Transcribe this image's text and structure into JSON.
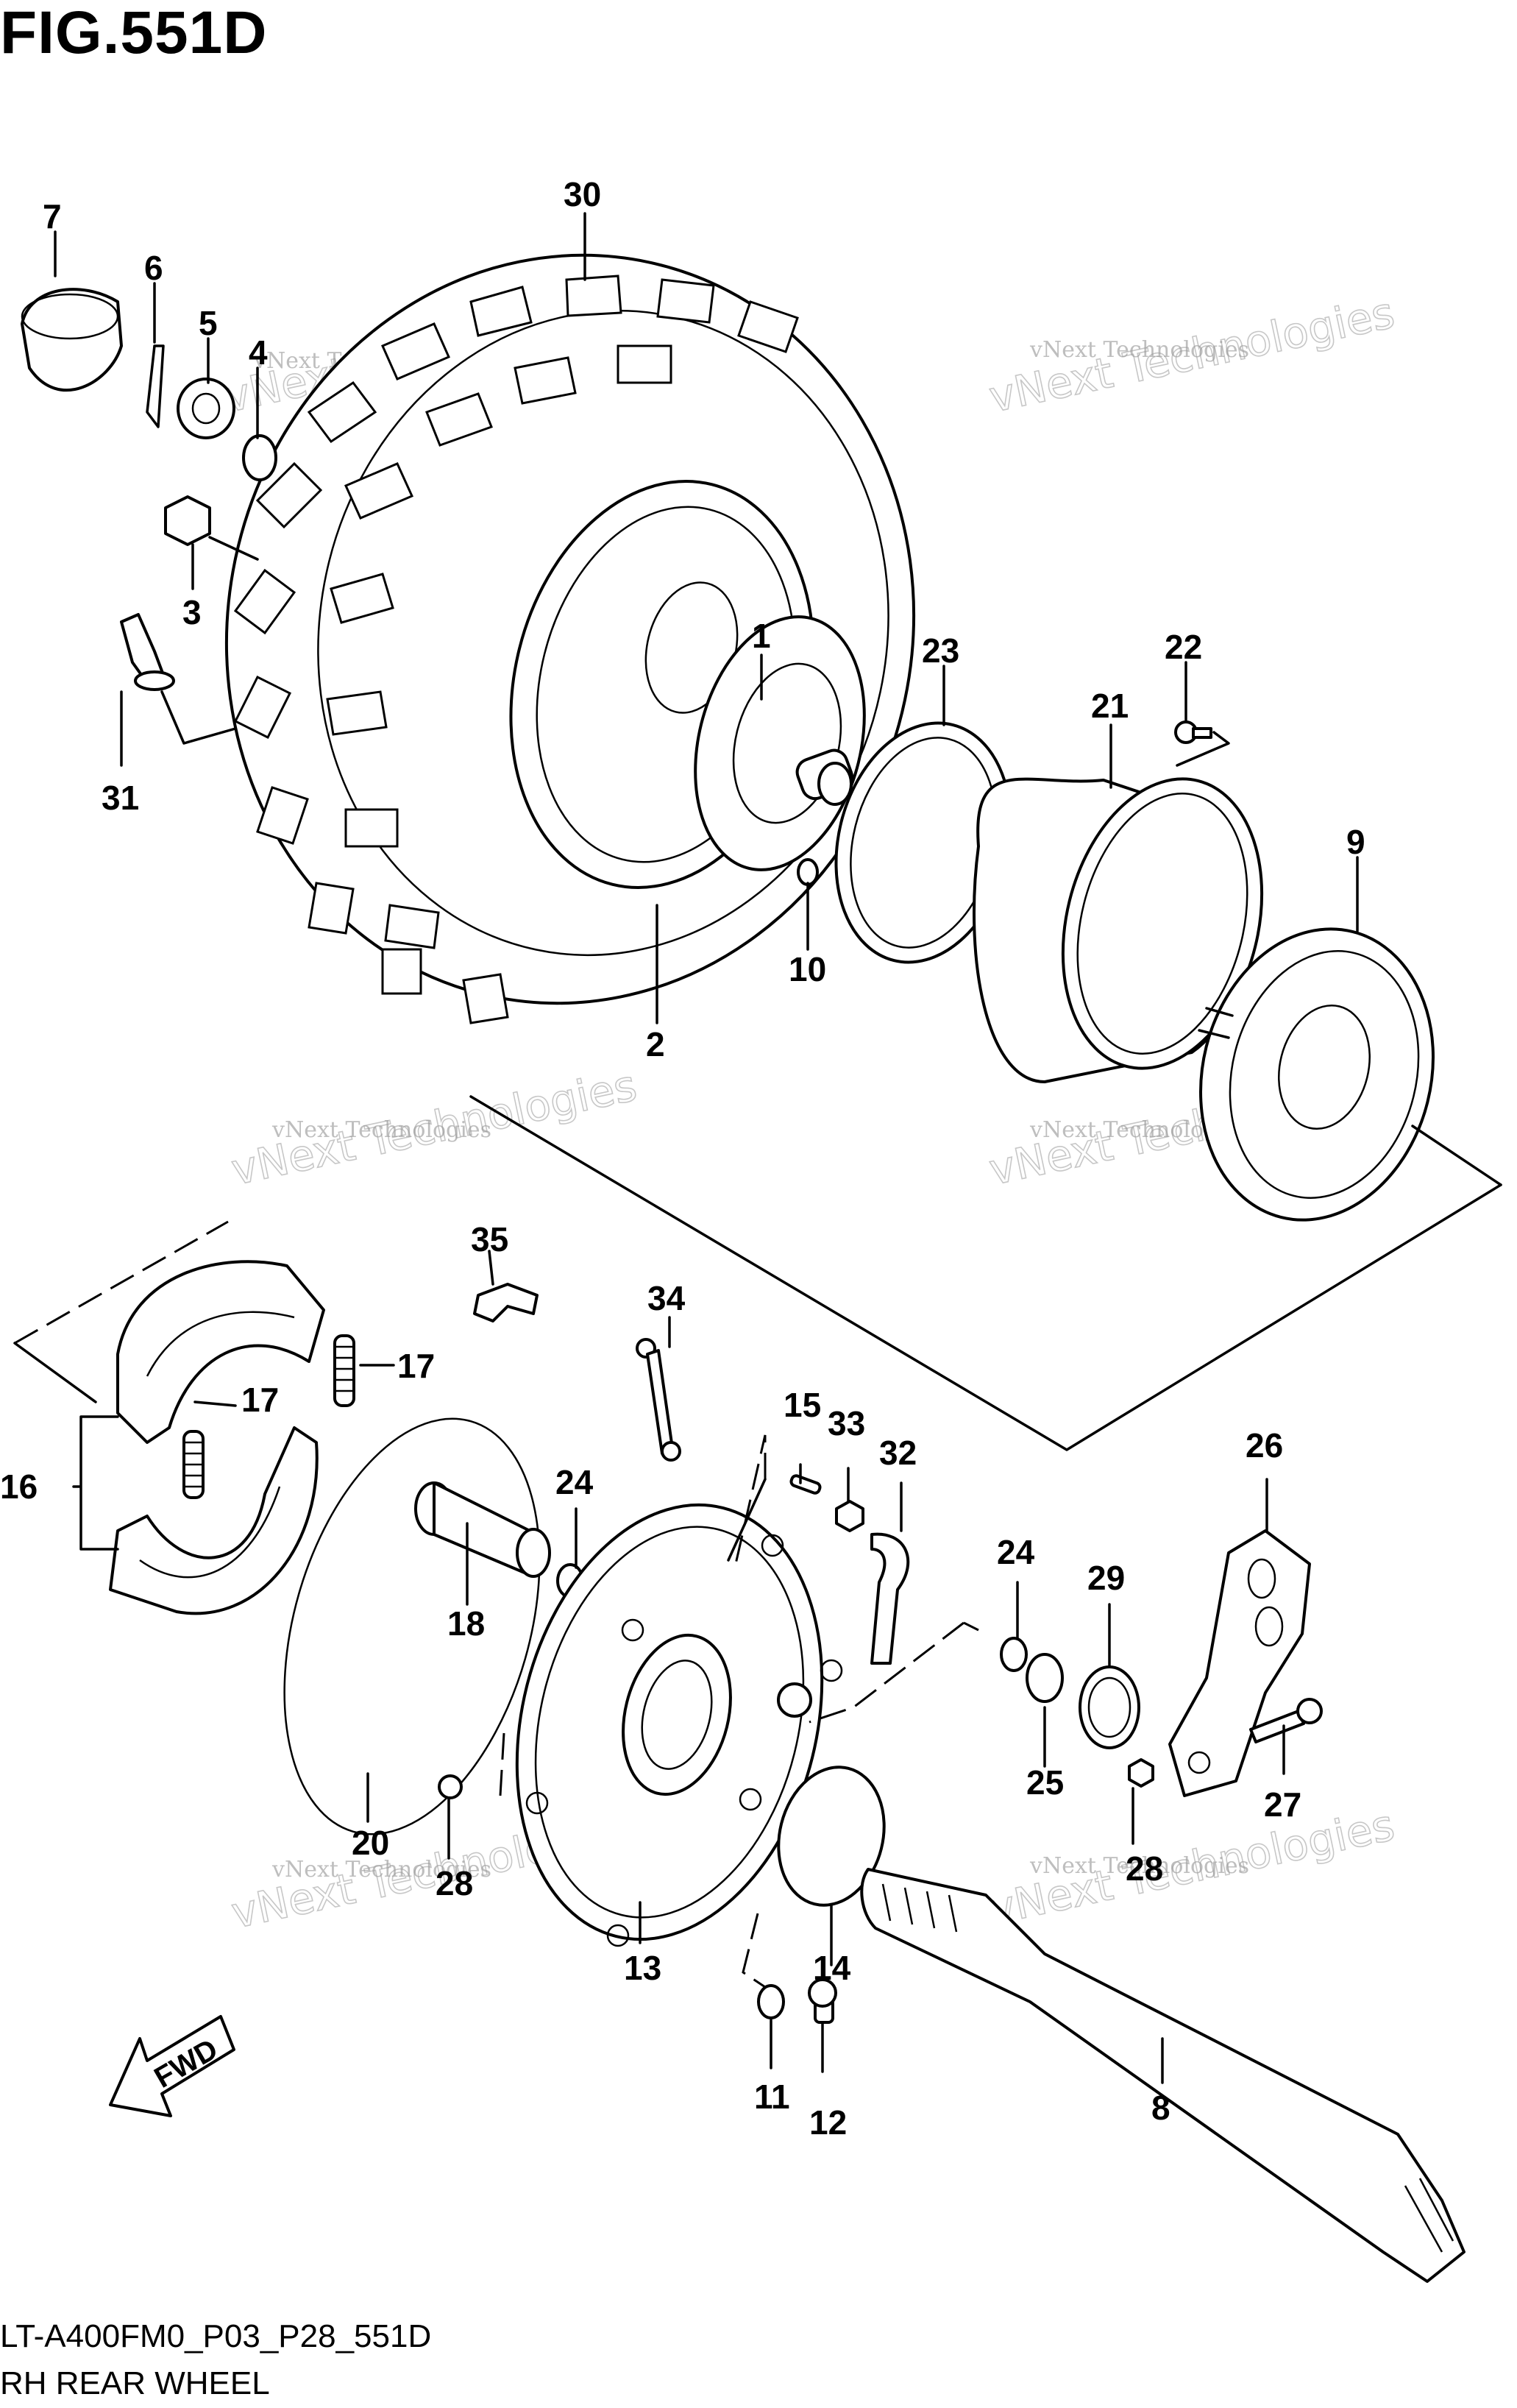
{
  "figure": {
    "title": "FIG.551D",
    "code": "LT-A400FM0_P03_P28_551D",
    "caption": "RH REAR WHEEL"
  },
  "watermark": {
    "small_text": "vNext Technologies",
    "big_text": "vNext Technologies"
  },
  "fwd_label": "FWD",
  "callouts": {
    "p1": "1",
    "p2": "2",
    "p3": "3",
    "p4": "4",
    "p5": "5",
    "p6": "6",
    "p7": "7",
    "p8": "8",
    "p9": "9",
    "p10": "10",
    "p11": "11",
    "p12": "12",
    "p13": "13",
    "p14": "14",
    "p15": "15",
    "p16": "16",
    "p17a": "17",
    "p17b": "17",
    "p18": "18",
    "p20": "20",
    "p21": "21",
    "p22": "22",
    "p23": "23",
    "p24a": "24",
    "p24b": "24",
    "p25": "25",
    "p26": "26",
    "p27": "27",
    "p28a": "28",
    "p28b": "28",
    "p29": "29",
    "p30": "30",
    "p31": "31",
    "p32": "32",
    "p33": "33",
    "p34": "34",
    "p35": "35"
  }
}
